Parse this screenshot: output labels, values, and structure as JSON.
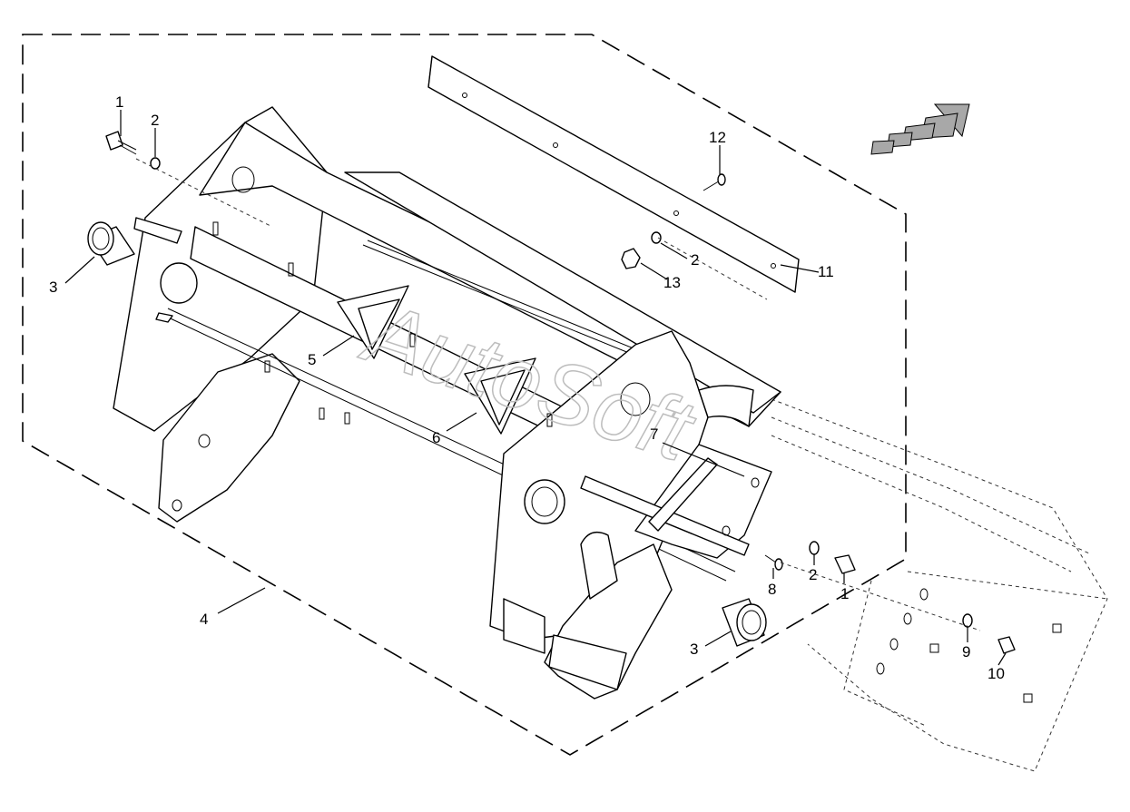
{
  "watermark": "AutoSoft",
  "callouts": [
    {
      "id": "c1a",
      "text": "1"
    },
    {
      "id": "c2a",
      "text": "2"
    },
    {
      "id": "c3a",
      "text": "3"
    },
    {
      "id": "c4",
      "text": "4"
    },
    {
      "id": "c5",
      "text": "5"
    },
    {
      "id": "c6",
      "text": "6"
    },
    {
      "id": "c7",
      "text": "7"
    },
    {
      "id": "c12",
      "text": "12"
    },
    {
      "id": "c2b",
      "text": "2"
    },
    {
      "id": "c13",
      "text": "13"
    },
    {
      "id": "c11",
      "text": "11"
    },
    {
      "id": "c8",
      "text": "8"
    },
    {
      "id": "c2c",
      "text": "2"
    },
    {
      "id": "c1b",
      "text": "1"
    },
    {
      "id": "c3b",
      "text": "3"
    },
    {
      "id": "c9",
      "text": "9"
    },
    {
      "id": "c10",
      "text": "10"
    }
  ],
  "icons": {
    "direction_arrow": "direction-arrow-icon"
  }
}
